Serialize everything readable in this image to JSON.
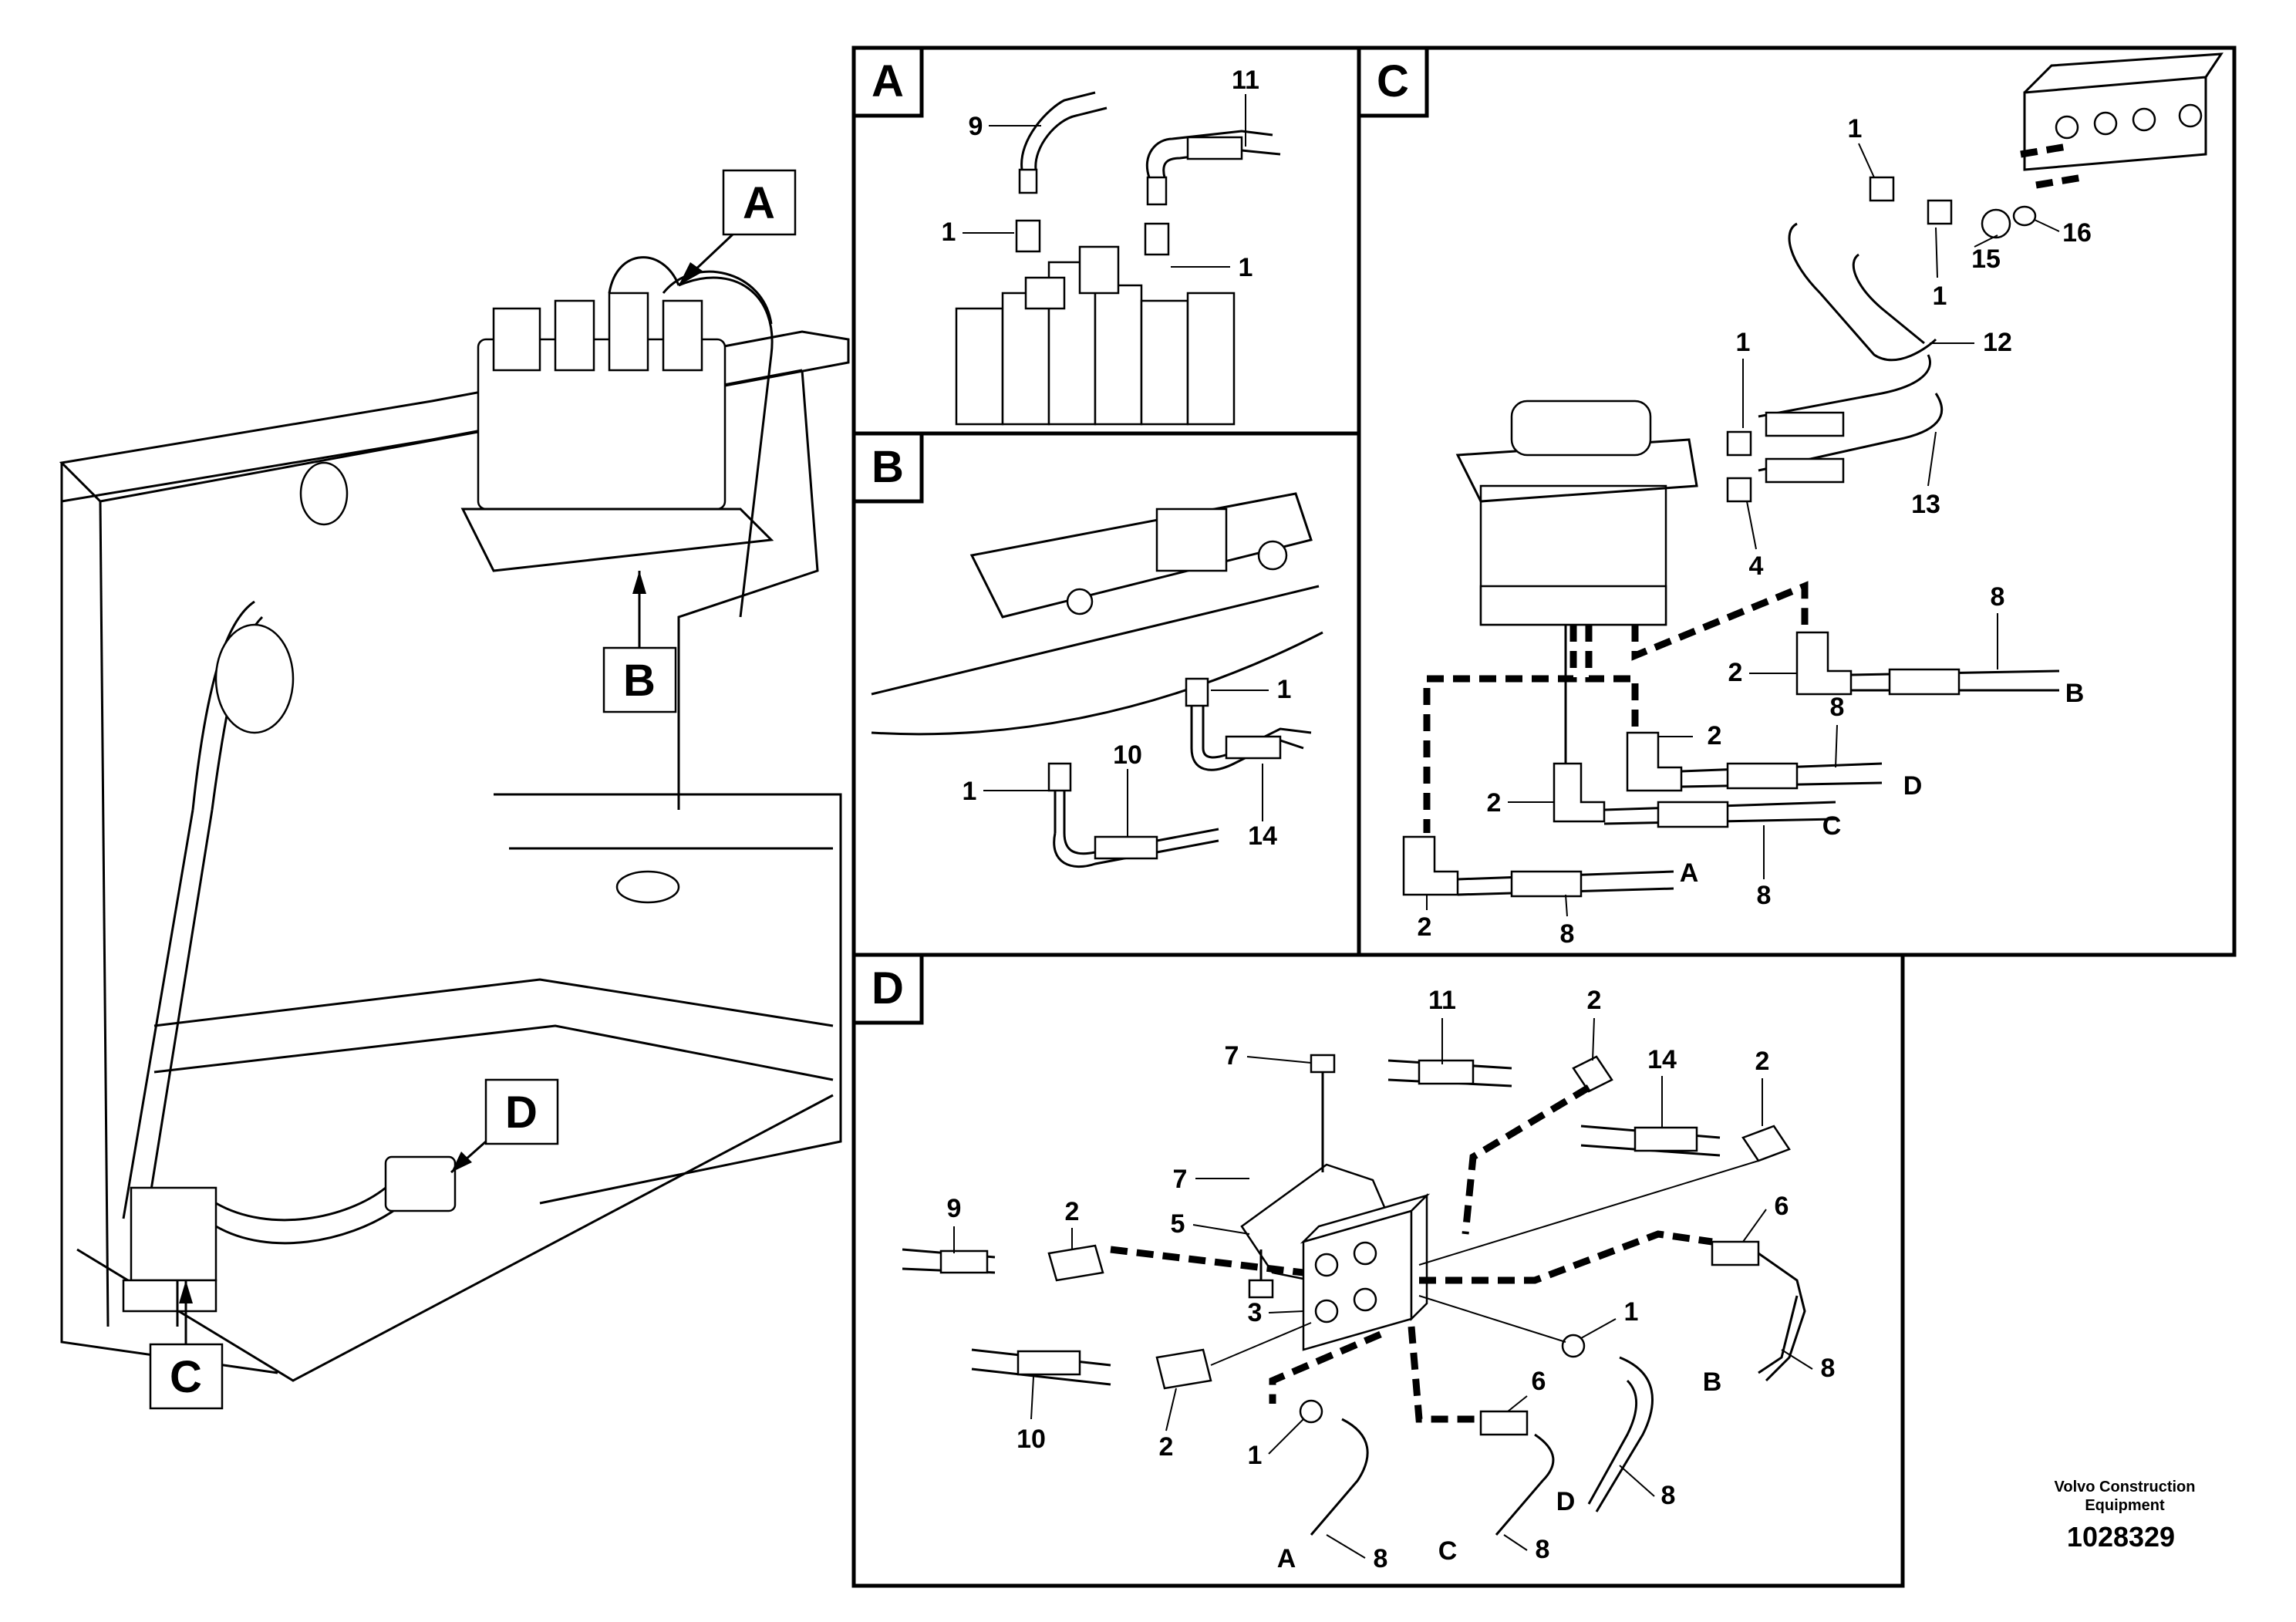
{
  "panels": {
    "main": {
      "callouts": [
        "A",
        "B",
        "C",
        "D"
      ]
    },
    "A": {
      "title": "A",
      "labels": [
        "9",
        "11",
        "1",
        "1"
      ]
    },
    "B": {
      "title": "B",
      "labels": [
        "1",
        "1",
        "10",
        "14"
      ]
    },
    "C": {
      "title": "C",
      "labels": [
        "1",
        "1",
        "1",
        "12",
        "13",
        "15",
        "16",
        "4",
        "2",
        "2",
        "2",
        "2",
        "8",
        "8",
        "8",
        "8",
        "B",
        "D",
        "C",
        "A"
      ]
    },
    "D": {
      "title": "D",
      "labels": [
        "7",
        "7",
        "5",
        "11",
        "2",
        "14",
        "2",
        "9",
        "2",
        "3",
        "6",
        "1",
        "10",
        "2",
        "1",
        "6",
        "8",
        "8",
        "8",
        "8",
        "B",
        "D",
        "C",
        "A"
      ]
    }
  },
  "footer": {
    "brand_line1": "Volvo Construction",
    "brand_line2": "Equipment",
    "doc_number": "1028329"
  }
}
